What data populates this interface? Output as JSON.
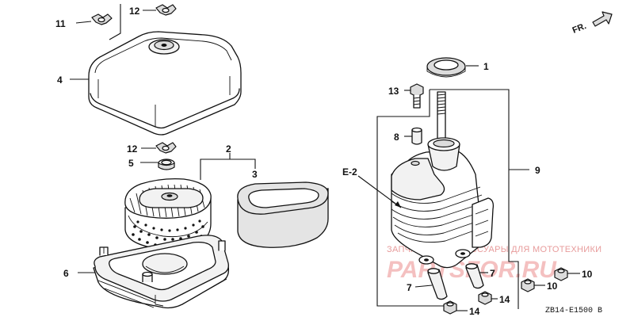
{
  "direction_marker": {
    "label": "FR."
  },
  "callouts": {
    "c1": "1",
    "c2": "2",
    "c3": "3",
    "c4": "4",
    "c5": "5",
    "c6": "6",
    "c7a": "7",
    "c7b": "7",
    "c8": "8",
    "c9": "9",
    "c10a": "10",
    "c10b": "10",
    "c11": "11",
    "c12a": "12",
    "c12b": "12",
    "c13": "13",
    "c14a": "14",
    "c14b": "14",
    "e2": "E-2"
  },
  "figure_code": "ZB14-E1500 B",
  "watermark": {
    "text": "ЗАПЧАСТИ И АКСЕССУАРЫ ДЛЯ МОТОТЕХНИКИ",
    "logo": "PARTSFOR.RU"
  }
}
